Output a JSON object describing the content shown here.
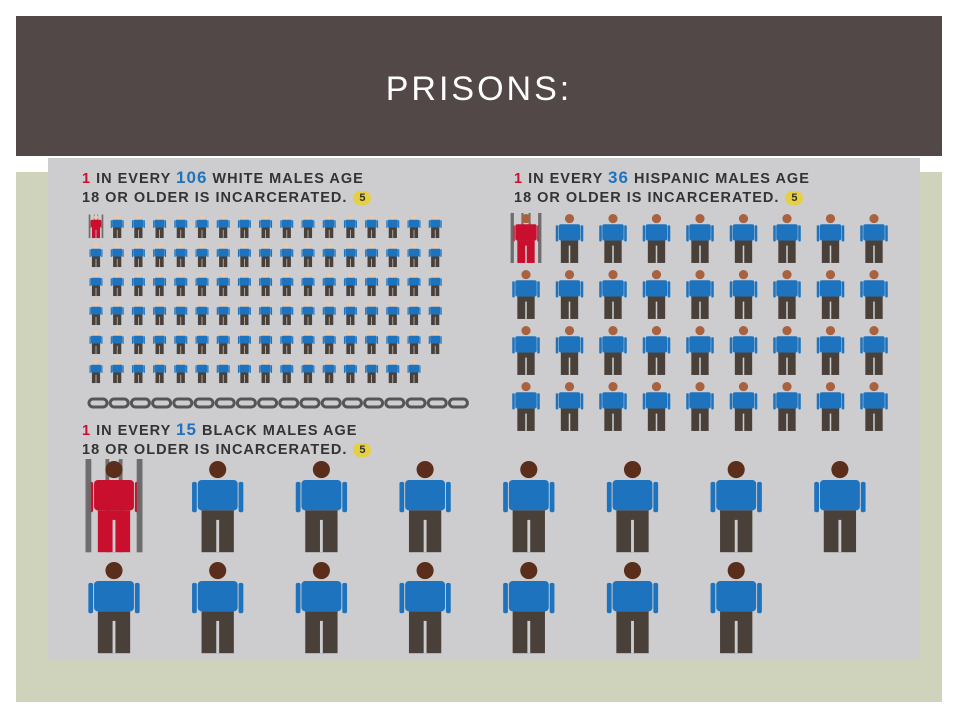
{
  "slide": {
    "title": "PRISONS:"
  },
  "infographic": {
    "white": {
      "line1_pre": "1",
      "line1_mid": " IN EVERY ",
      "line1_num": "106",
      "line1_post": " WHITE MALES AGE",
      "line2": "18 OR OLDER IS INCARCERATED.",
      "footnote": "5",
      "ratio": "1 in 106",
      "colors": {
        "shirt": "#1e73be",
        "pants": "#4a403a",
        "skin": "#f0c9a4",
        "inmate": "#c8102e"
      }
    },
    "hispanic": {
      "line1_pre": "1",
      "line1_mid": " IN EVERY ",
      "line1_num": "36",
      "line1_post": " HISPANIC MALES AGE",
      "line2": "18 OR OLDER IS INCARCERATED.",
      "footnote": "5",
      "ratio": "1 in 36",
      "colors": {
        "shirt": "#1e73be",
        "pants": "#4a403a",
        "skin": "#a9623f",
        "inmate": "#c8102e"
      }
    },
    "black": {
      "line1_pre": "1",
      "line1_mid": " IN EVERY ",
      "line1_num": "15",
      "line1_post": " BLACK MALES AGE",
      "line2": "18 OR OLDER IS INCARCERATED.",
      "footnote": "5",
      "ratio": "1 in 15",
      "colors": {
        "shirt": "#1e73be",
        "pants": "#4a403a",
        "skin": "#5a2e1a",
        "inmate": "#c8102e"
      }
    },
    "divider": "chain-icon"
  }
}
